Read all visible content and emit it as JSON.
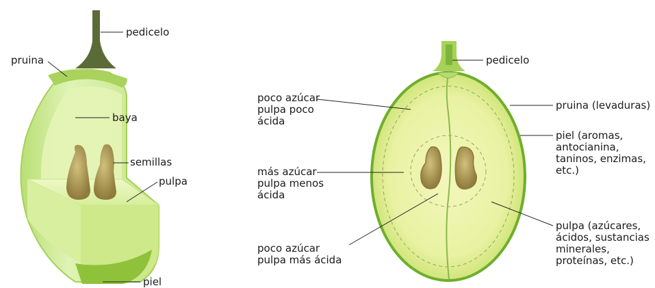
{
  "colors": {
    "skin_light": "#d8f0a8",
    "skin_mid": "#b6dc6a",
    "flesh": "#e9f5b4",
    "seed": "#b7a35e",
    "stem": "#5b6b37",
    "leader": "#222222"
  },
  "left_figure": {
    "labels": {
      "pedicelo": "pedicelo",
      "pruina": "pruina",
      "baya": "baya",
      "semillas": "semillas",
      "pulpa": "pulpa",
      "piel": "piel"
    }
  },
  "right_figure": {
    "labels": {
      "pedicelo": "pedicelo",
      "outer_zone": "poco azúcar\npulpa poco\nácida",
      "middle_zone": "más azúcar\npulpa menos\nácida",
      "core_zone": "poco azúcar\npulpa más ácida",
      "pruina": "pruina (levaduras)",
      "piel": "piel (aromas,\nantocianina,\ntaninos, enzimas,\netc.)",
      "pulpa": "pulpa (azúcares,\nácidos, sustancias\nminerales,\nproteínas, etc.)"
    }
  }
}
